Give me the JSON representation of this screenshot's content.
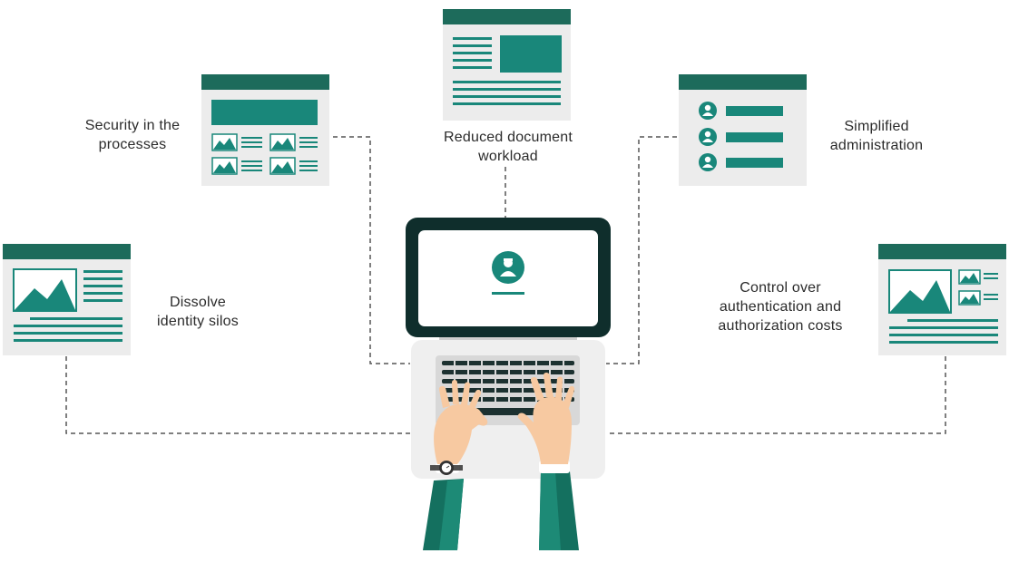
{
  "benefits": {
    "reduced_document_workload": {
      "line1": "Reduced document",
      "line2": "workload"
    },
    "security_in_processes": {
      "line1": "Security in the",
      "line2": "processes"
    },
    "simplified_administration": {
      "line1": "Simplified",
      "line2": "administration"
    },
    "dissolve_identity_silos": {
      "line1": "Dissolve",
      "line2": "identity silos"
    },
    "control_costs": {
      "line1": "Control over",
      "line2": "authentication and",
      "line3": "authorization costs"
    }
  },
  "colors": {
    "primary_dark": "#1d6b5b",
    "primary": "#19877a",
    "panel_bg": "#ececec",
    "laptop_frame": "#0f2e2c",
    "connector": "#555555"
  }
}
